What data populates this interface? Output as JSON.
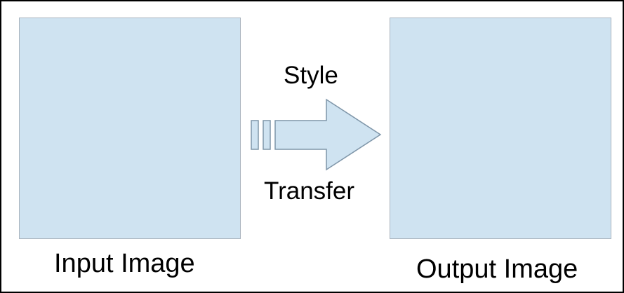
{
  "diagram": {
    "input": {
      "caption": "Input Image"
    },
    "output": {
      "caption": "Output Image"
    },
    "arrow": {
      "label_top": "Style",
      "label_bottom": "Transfer"
    },
    "colors": {
      "box_fill": "#cfe3f1",
      "box_border": "#aab4be",
      "arrow_fill": "#cfe3f1",
      "arrow_stroke": "#7f96a9",
      "frame_border": "#000000",
      "text": "#000000"
    }
  }
}
